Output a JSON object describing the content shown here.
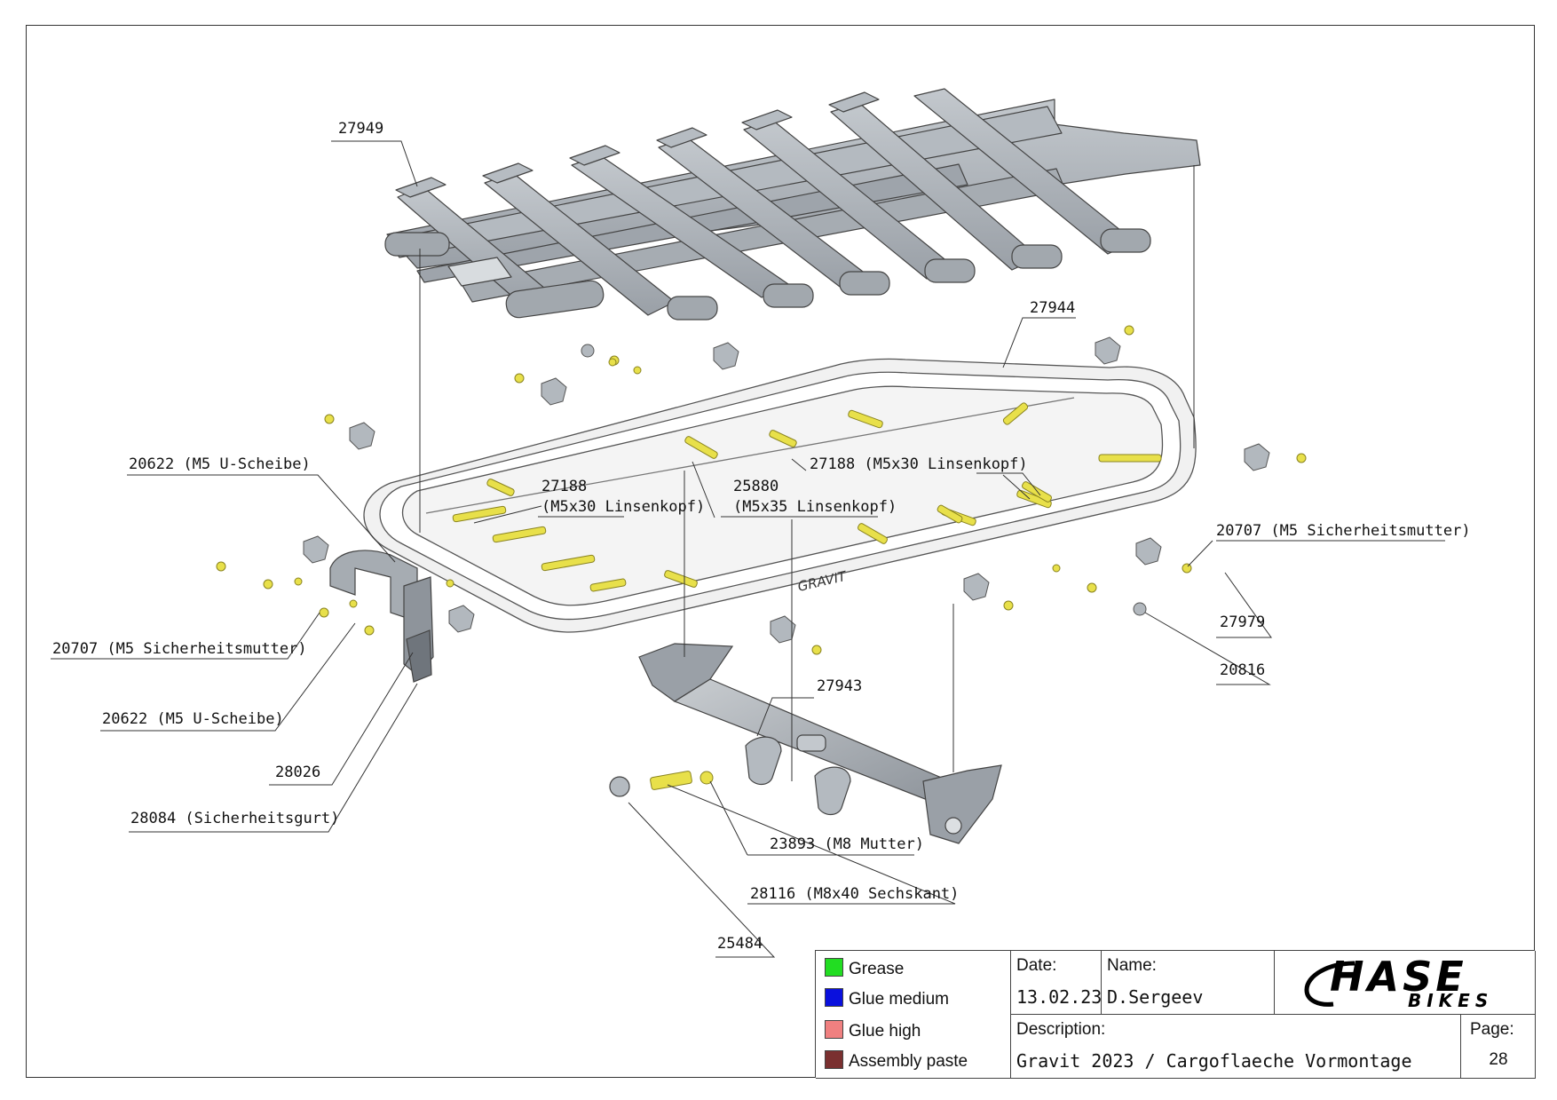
{
  "callouts": [
    {
      "id": "c1",
      "text": "27949"
    },
    {
      "id": "c2",
      "text": "27944"
    },
    {
      "id": "c3",
      "text": "20622 (M5 U-Scheibe)"
    },
    {
      "id": "c4a",
      "text": "27188"
    },
    {
      "id": "c4b",
      "text": "(M5x30 Linsenkopf)"
    },
    {
      "id": "c5a",
      "text": "25880"
    },
    {
      "id": "c5b",
      "text": "(M5x35 Linsenkopf)"
    },
    {
      "id": "c6",
      "text": "27188 (M5x30 Linsenkopf)"
    },
    {
      "id": "c7",
      "text": "20707 (M5 Sicherheitsmutter)"
    },
    {
      "id": "c8",
      "text": "20707 (M5 Sicherheitsmutter)"
    },
    {
      "id": "c9",
      "text": "27979"
    },
    {
      "id": "c10",
      "text": "20816"
    },
    {
      "id": "c11",
      "text": "20622 (M5 U-Scheibe)"
    },
    {
      "id": "c12",
      "text": "27943"
    },
    {
      "id": "c13",
      "text": "28026"
    },
    {
      "id": "c14",
      "text": "28084 (Sicherheitsgurt)"
    },
    {
      "id": "c15",
      "text": "23893 (M8 Mutter)"
    },
    {
      "id": "c16",
      "text": "28116 (M8x40 Sechskant)"
    },
    {
      "id": "c17",
      "text": "25484"
    }
  ],
  "frame_brand_text": "GRAVIT",
  "legend": [
    {
      "label": "Grease",
      "color": "#22dd22"
    },
    {
      "label": "Glue medium",
      "color": "#0a10dd"
    },
    {
      "label": "Glue high",
      "color": "#f08080"
    },
    {
      "label": "Assembly paste",
      "color": "#7a3030"
    }
  ],
  "title_block": {
    "date_label": "Date:",
    "date_value": "13.02.23",
    "name_label": "Name:",
    "name_value": "D.Sergeev",
    "description_label": "Description:",
    "description_value": "Gravit 2023 / Cargoflaeche Vormontage",
    "page_label": "Page:",
    "page_value": "28"
  },
  "logo": {
    "main": "HASE",
    "sub": "BIKES"
  },
  "colors": {
    "part_gray": "#a9afb6",
    "bolt_yellow": "#e8e04a",
    "frame_white": "#f2f2f2",
    "line": "#333333"
  }
}
